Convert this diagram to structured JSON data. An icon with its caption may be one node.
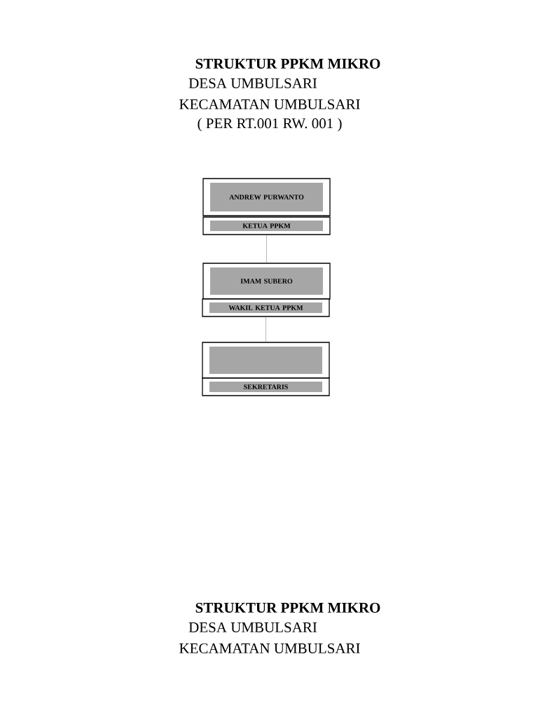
{
  "diagram": {
    "title": "STRUKTUR PPKM MIKRO",
    "nodes": [
      {
        "text": [
          "ANDREW PURWANTO"
        ]
      },
      {
        "text": [
          "KETUA PPKM"
        ]
      },
      {
        "text": [
          "IMAM SUBERO"
        ]
      },
      {
        "text": [
          "WAKIL KETUA PPKM"
        ]
      },
      {
        "text": [],
        "shape": "box"
      },
      {
        "text": [
          "SEKRETARIS"
        ]
      }
    ],
    "edges": [
      {
        "from": 1,
        "to": 2,
        "arrow": "none"
      },
      {
        "from": 3,
        "to": 4,
        "arrow": "none"
      }
    ],
    "labels": [
      "DESA UMBULSARI",
      "KECAMATAN UMBULSARI",
      "( PER RT.001 RW. 001 )",
      "STRUKTUR PPKM MIKRO",
      "DESA UMBULSARI",
      "KECAMATAN UMBULSARI"
    ]
  }
}
